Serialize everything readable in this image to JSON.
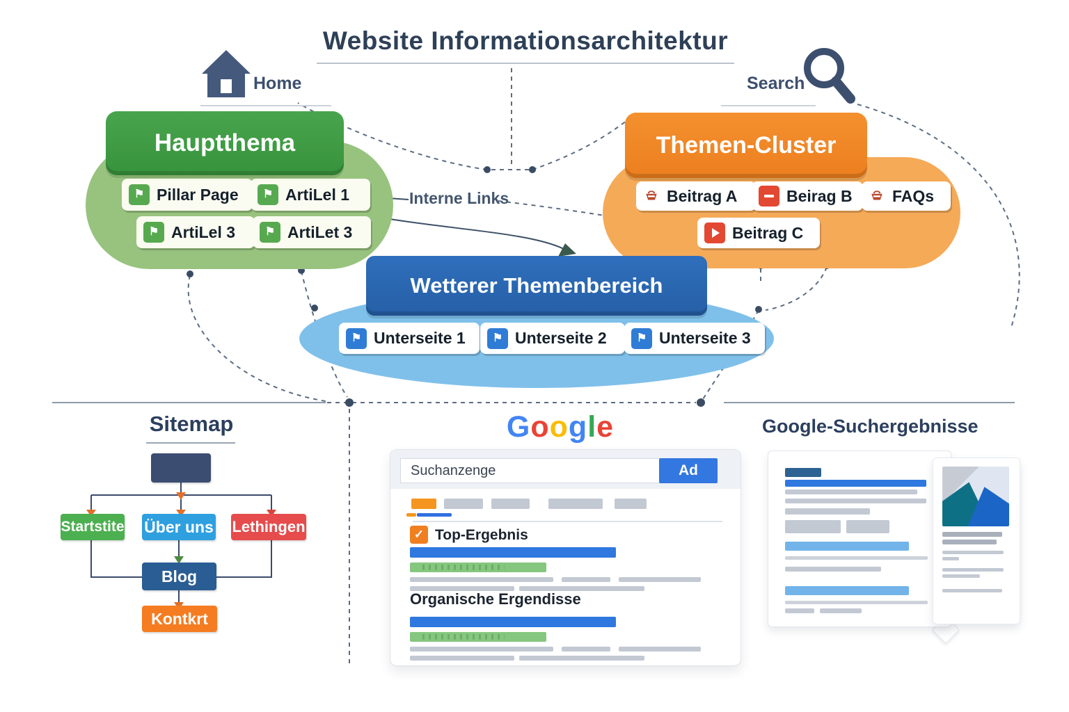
{
  "title": "Website Informationsarchitektur",
  "nav": {
    "home": "Home",
    "search": "Search"
  },
  "connector_label": "Interne Links",
  "clusters": {
    "hauptthema": {
      "title": "Hauptthema",
      "items": [
        {
          "label": "Pillar Page",
          "icon": "page-flag-icon"
        },
        {
          "label": "ArtiLel 1",
          "icon": "page-flag-icon"
        },
        {
          "label": "ArtiLel 3",
          "icon": "page-flag-icon"
        },
        {
          "label": "ArtiLet 3",
          "icon": "page-flag-icon"
        }
      ]
    },
    "themen_cluster": {
      "title": "Themen-Cluster",
      "items": [
        {
          "label": "Beitrag A",
          "icon": "basket-icon"
        },
        {
          "label": "Beirag B",
          "icon": "minus-square-icon"
        },
        {
          "label": "FAQs",
          "icon": "basket-icon"
        },
        {
          "label": "Beitrag C",
          "icon": "play-square-icon"
        }
      ]
    },
    "weiterer_themenbereich": {
      "title": "Wetterer Themenbereich",
      "items": [
        {
          "label": "Unterseite 1",
          "icon": "page-flag-icon"
        },
        {
          "label": "Unterseite 2",
          "icon": "page-flag-icon"
        },
        {
          "label": "Unterseite 3",
          "icon": "page-flag-icon"
        }
      ]
    }
  },
  "sitemap": {
    "title": "Sitemap",
    "nodes": [
      {
        "id": "root",
        "label": "",
        "color": "#3b4d70"
      },
      {
        "id": "startseite",
        "label": "Startstite",
        "color": "#4caf50"
      },
      {
        "id": "ueber-uns",
        "label": "Über uns",
        "color": "#2e9fdf"
      },
      {
        "id": "leistungen",
        "label": "Lethingen",
        "color": "#e64c4c"
      },
      {
        "id": "blog",
        "label": "Blog",
        "color": "#2a5d94"
      },
      {
        "id": "kontakt",
        "label": "Kontkrt",
        "color": "#f57c20"
      }
    ]
  },
  "google_panel": {
    "logo": [
      {
        "ch": "G",
        "color": "#4285F4"
      },
      {
        "ch": "o",
        "color": "#EA4335"
      },
      {
        "ch": "o",
        "color": "#FBBC05"
      },
      {
        "ch": "g",
        "color": "#4285F4"
      },
      {
        "ch": "l",
        "color": "#34A853"
      },
      {
        "ch": "e",
        "color": "#EA4335"
      }
    ],
    "search_value": "Suchanzenge",
    "ad_button": "Ad",
    "top_result_label": "Top-Ergebnis",
    "organic_label": "Organische Ergendisse"
  },
  "serp_panel": {
    "title": "Google-Suchergebnisse"
  },
  "colors": {
    "title_navy": "#2e4057",
    "green_header": "#3f9b44",
    "green_blob": "#97c37e",
    "orange_header": "#f1862b",
    "orange_blob": "#f5aa58",
    "blue_header": "#2e6fba",
    "blue_blob": "#7fc0ea",
    "ad_blue": "#3377e0",
    "accent_orange": "#f07f1f",
    "result_blue": "#2e78df",
    "result_green": "#85c77f"
  }
}
